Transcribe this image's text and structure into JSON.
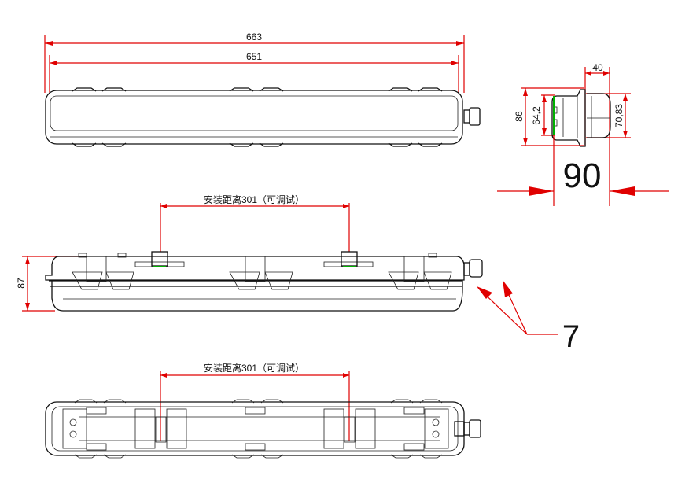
{
  "top_view": {
    "overall_length": "663",
    "inner_length": "651"
  },
  "end_view": {
    "height": "86",
    "inner_height": "64,2",
    "cover_height": "70,83",
    "cover_depth": "40",
    "width": "90"
  },
  "side_view": {
    "height": "87",
    "mount_label": "安装距离301（可调试）",
    "callout": "7"
  },
  "bottom_view": {
    "mount_label": "安装距离301（可调试）"
  },
  "colors": {
    "dimension": "#e00000",
    "outline": "#111111",
    "seal": "#00b000"
  }
}
